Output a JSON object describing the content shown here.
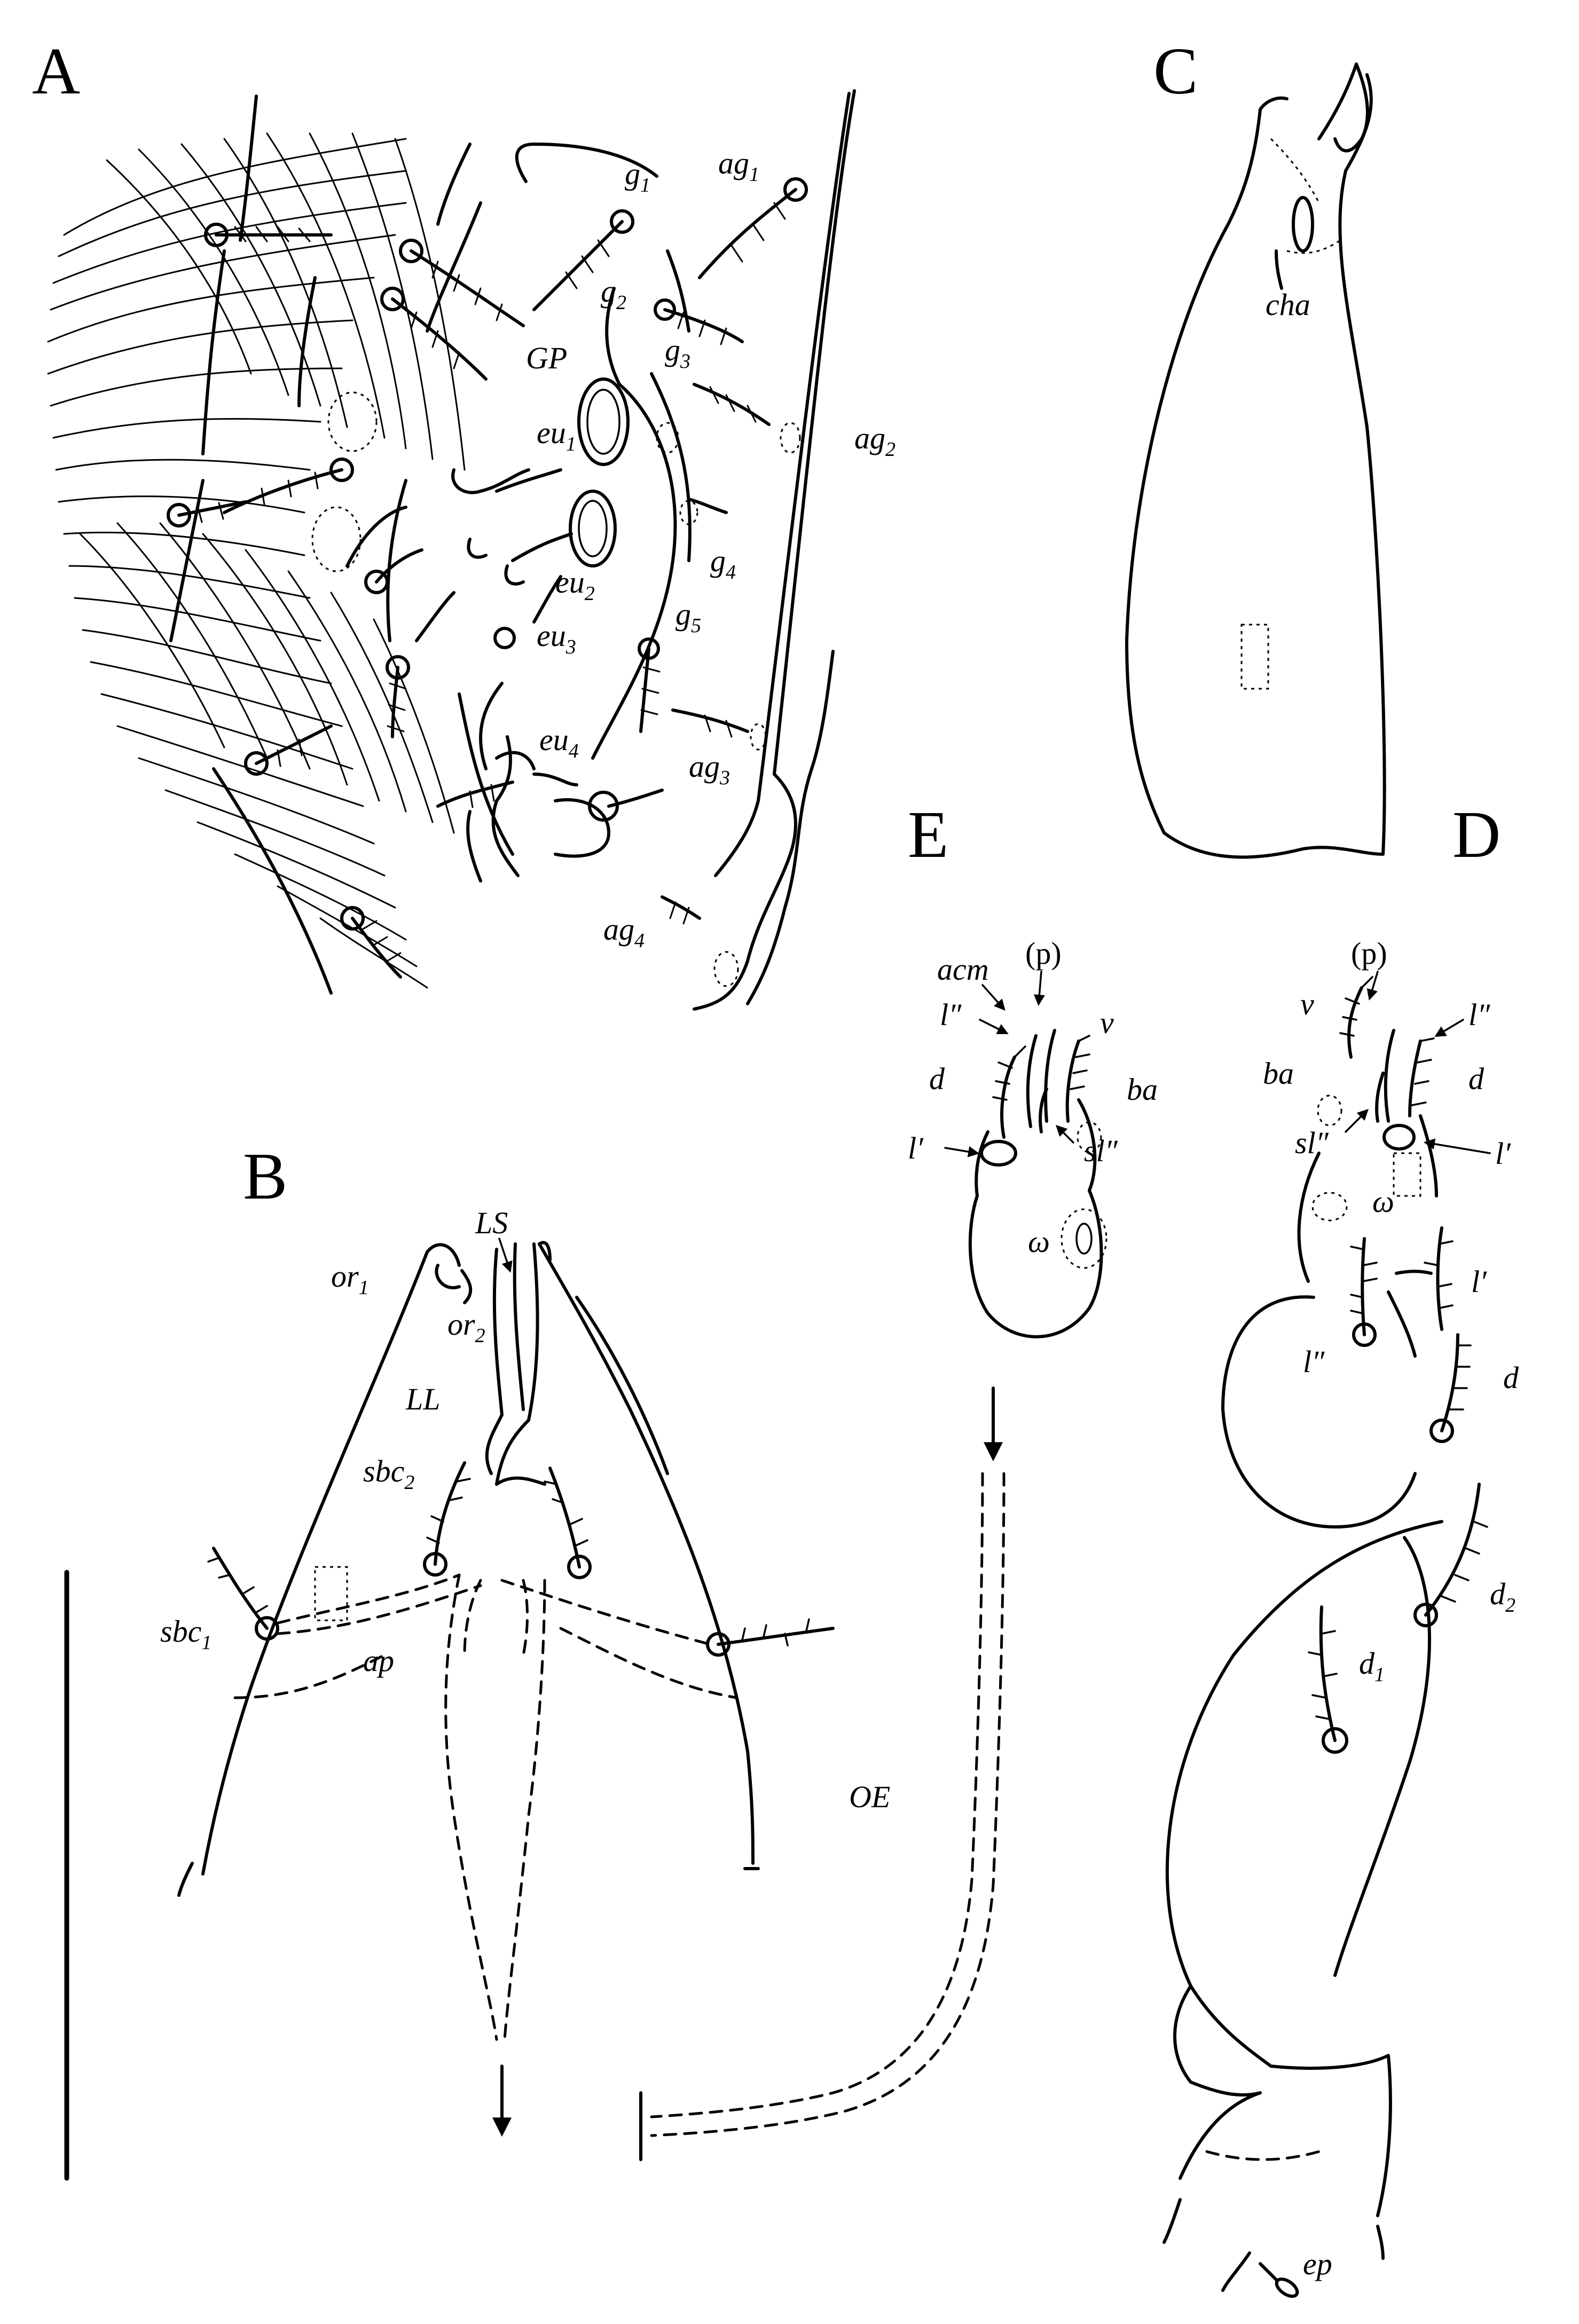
{
  "panels": {
    "a": "A",
    "b": "B",
    "c": "C",
    "d": "D",
    "e": "E"
  },
  "labels": {
    "g1": "g",
    "g1_sub": "1",
    "g2": "g",
    "g2_sub": "2",
    "g3": "g",
    "g3_sub": "3",
    "g4": "g",
    "g4_sub": "4",
    "g5": "g",
    "g5_sub": "5",
    "ag1": "ag",
    "ag1_sub": "1",
    "ag2": "ag",
    "ag2_sub": "2",
    "ag3": "ag",
    "ag3_sub": "3",
    "ag4": "ag",
    "ag4_sub": "4",
    "gp": "GP",
    "eu1": "eu",
    "eu1_sub": "1",
    "eu2": "eu",
    "eu2_sub": "2",
    "eu3": "eu",
    "eu3_sub": "3",
    "eu4": "eu",
    "eu4_sub": "4",
    "cha": "cha",
    "ls": "LS",
    "or1": "or",
    "or1_sub": "1",
    "or2": "or",
    "or2_sub": "2",
    "ll": "LL",
    "sbc2": "sbc",
    "sbc2_sub": "2",
    "sbc1": "sbc",
    "sbc1_sub": "1",
    "ap": "ap",
    "oe": "OE",
    "e_p": "(p)",
    "e_acm": "acm",
    "e_l2": "l″",
    "e_v": "v",
    "e_d": "d",
    "e_ba": "ba",
    "e_l1": "l′",
    "e_sl2": "sl″",
    "e_omega": "ω",
    "d_p": "(p)",
    "d_v": "v",
    "d_l2": "l″",
    "d_ba": "ba",
    "d_d": "d",
    "d_sl2": "sl″",
    "d_l1": "l′",
    "d_omega": "ω",
    "d_l1b": "l′",
    "d_l2b": "l″",
    "d_db": "d",
    "d_d2": "d",
    "d_d2_sub": "2",
    "d_d1": "d",
    "d_d1_sub": "1",
    "ep": "ep"
  }
}
